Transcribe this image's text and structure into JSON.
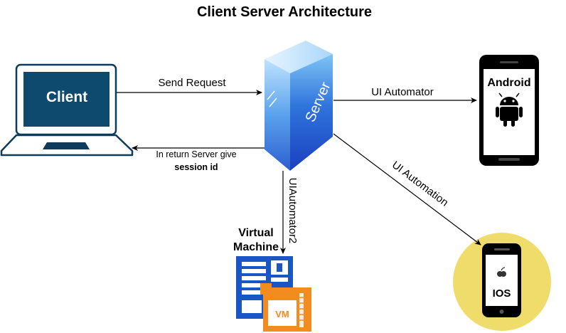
{
  "title": "Client Server Architecture",
  "nodes": {
    "client": "Client",
    "server": "Server",
    "android": "Android",
    "ios": "IOS",
    "virtual_machine_line1": "Virtual",
    "virtual_machine_line2": "Machine",
    "vm_badge": "VM"
  },
  "edges": {
    "send_request": "Send Request",
    "return_line1": "In return Server give",
    "return_line2": "session id",
    "ui_automator": "UI Automator",
    "ui_automation": "UI Automation",
    "uiautomator2": "UIAutomator2"
  },
  "colors": {
    "client_screen": "#0d4a6e",
    "laptop_outline": "#0e3b5a",
    "server_front": "#1f4fd1",
    "server_side": "#4a90e2",
    "phone_body": "#000000",
    "ios_circle": "#f0dc6a",
    "vm_blue": "#1a56c6",
    "vm_orange": "#f28c1e"
  }
}
